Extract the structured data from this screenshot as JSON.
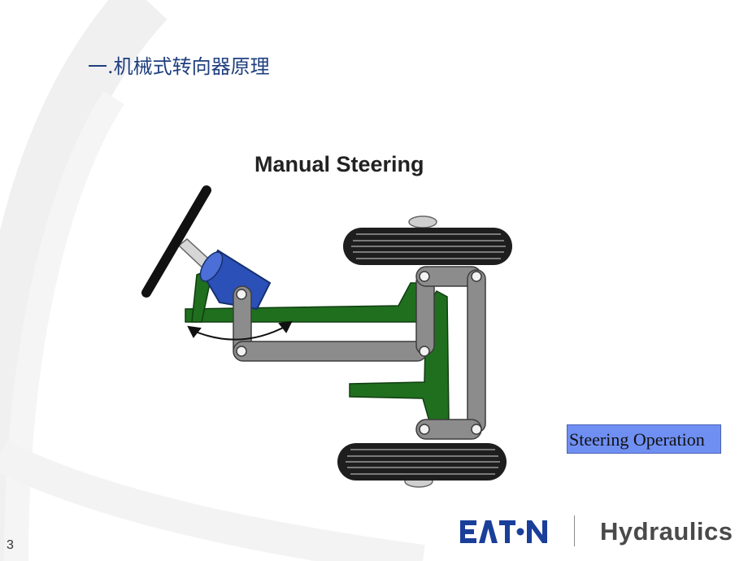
{
  "slide": {
    "title": "一.机械式转向器原理",
    "page_number": "3"
  },
  "diagram": {
    "title": "Manual Steering"
  },
  "link_button": {
    "label": "Steering Operation"
  },
  "footer": {
    "logo_text": "EATON",
    "brand": "Hydraulics"
  },
  "colors": {
    "title": "#1f3f7f",
    "button_bg": "#6f8ff3",
    "frame_green": "#1f6f1f",
    "steering_box_blue": "#2b50b8",
    "linkage_gray": "#8c8c8c",
    "logo_blue": "#1a3f9a"
  }
}
